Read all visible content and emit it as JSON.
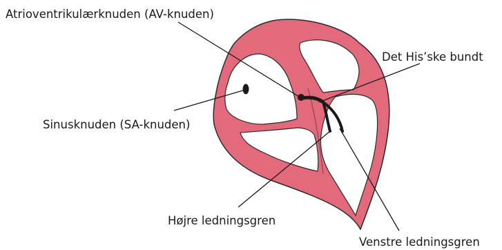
{
  "diagram": {
    "labels": {
      "av_node": "Atrioventrikulærknuden (AV-knuden)",
      "his_bundle": "Det His’ske bundt",
      "sa_node": "Sinusknuden (SA-knuden)",
      "right_bundle_branch": "Højre ledningsgren",
      "left_bundle_branch": "Venstre ledningsgren"
    },
    "colors": {
      "heart_wall": "#E36A7A",
      "heart_outline": "#2a2a2a",
      "chamber": "#ffffff",
      "conduction_system": "#1a1a1a",
      "leader_line": "#1a1a1a",
      "text": "#1a1a1a"
    }
  }
}
